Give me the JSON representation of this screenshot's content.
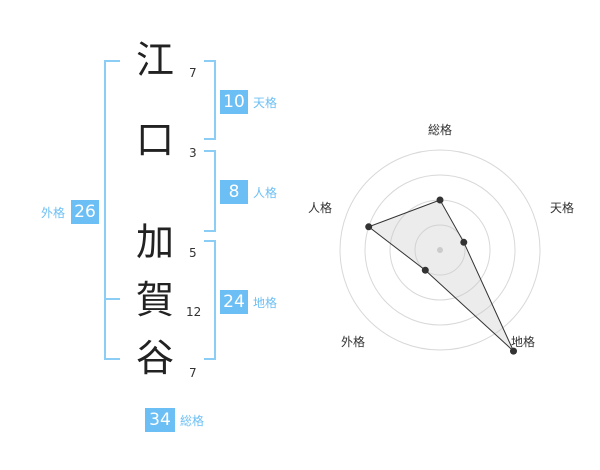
{
  "name": {
    "characters": [
      {
        "char": "江",
        "strokes": "7"
      },
      {
        "char": "口",
        "strokes": "3"
      },
      {
        "char": "加",
        "strokes": "5"
      },
      {
        "char": "賀",
        "strokes": "12"
      },
      {
        "char": "谷",
        "strokes": "7"
      }
    ]
  },
  "fortune": {
    "tenkaku": {
      "value": "10",
      "label": "天格"
    },
    "jinkaku": {
      "value": "8",
      "label": "人格"
    },
    "chikaku": {
      "value": "24",
      "label": "地格"
    },
    "gaikaku": {
      "value": "26",
      "label": "外格"
    },
    "soukaku": {
      "value": "34",
      "label": "総格"
    }
  },
  "colors": {
    "accent": "#6cbff5",
    "bracket": "#8ccdf5",
    "text": "#333333"
  },
  "chart_data": {
    "type": "radar",
    "axes": [
      "総格",
      "天格",
      "地格",
      "外格",
      "人格"
    ],
    "rmax": 4,
    "rings": 4,
    "values": [
      2,
      1,
      5,
      1,
      3
    ]
  }
}
